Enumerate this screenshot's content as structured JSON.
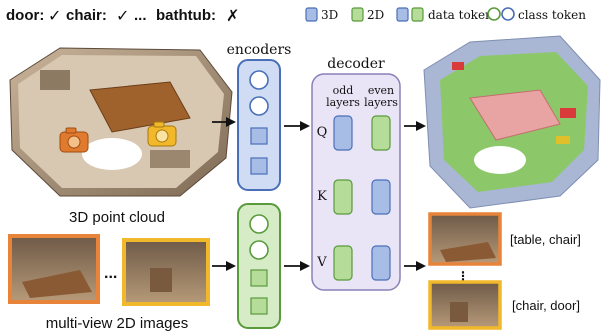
{
  "header": {
    "door_label": "door:",
    "chair_label": "chair:",
    "ellipsis": "...",
    "bathtub_label": "bathtub:",
    "check": "✓",
    "cross": "✗"
  },
  "legend": {
    "label_3d": "3D",
    "label_2d": "2D",
    "label_data_token": "data token",
    "label_class_token": "class token",
    "colors": {
      "blue_fill": "#a7bde6",
      "blue_stroke": "#4a6fb8",
      "green_fill": "#b6dc9a",
      "green_stroke": "#5a9a3c"
    }
  },
  "encoders": {
    "title": "encoders"
  },
  "decoder": {
    "title": "decoder",
    "odd_header_line1": "odd",
    "odd_header_line2": "layers",
    "even_header_line1": "even",
    "even_header_line2": "layers",
    "row_q": "Q",
    "row_k": "K",
    "row_v": "V"
  },
  "inputs": {
    "point_cloud_caption": "3D point cloud",
    "images_caption": "multi-view 2D images",
    "images_ellipsis": "..."
  },
  "outputs": {
    "label_top": "[table, chair]",
    "label_bottom": "[chair, door]",
    "ellipsis": "⋮"
  }
}
